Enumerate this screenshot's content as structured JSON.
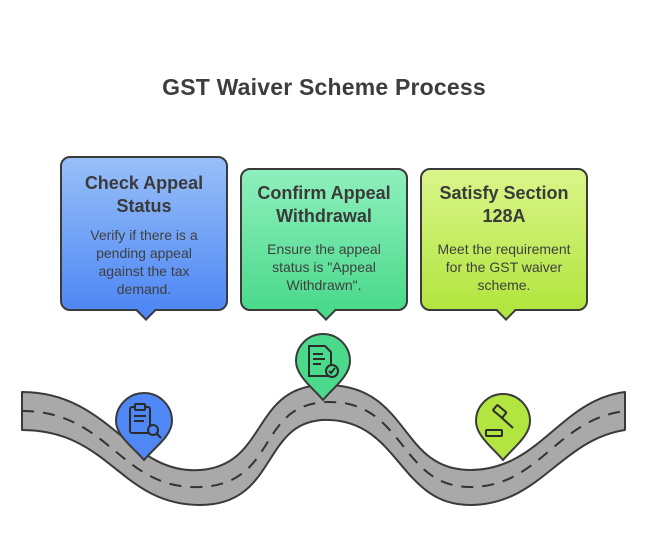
{
  "title": "GST Waiver Scheme Process",
  "steps": [
    {
      "title": "Check Appeal Status",
      "description": "Verify if there is a pending appeal against the tax demand.",
      "icon": "clipboard-search-icon",
      "color": "#4f88f4"
    },
    {
      "title": "Confirm Appeal Withdrawal",
      "description": "Ensure the appeal status is \"Appeal Withdrawn\".",
      "icon": "document-check-icon",
      "color": "#4bd98c"
    },
    {
      "title": "Satisfy Section 128A",
      "description": "Meet the requirement for the GST waiver scheme.",
      "icon": "gavel-icon",
      "color": "#b2e53f"
    }
  ],
  "road_color": "#a9a9a9"
}
